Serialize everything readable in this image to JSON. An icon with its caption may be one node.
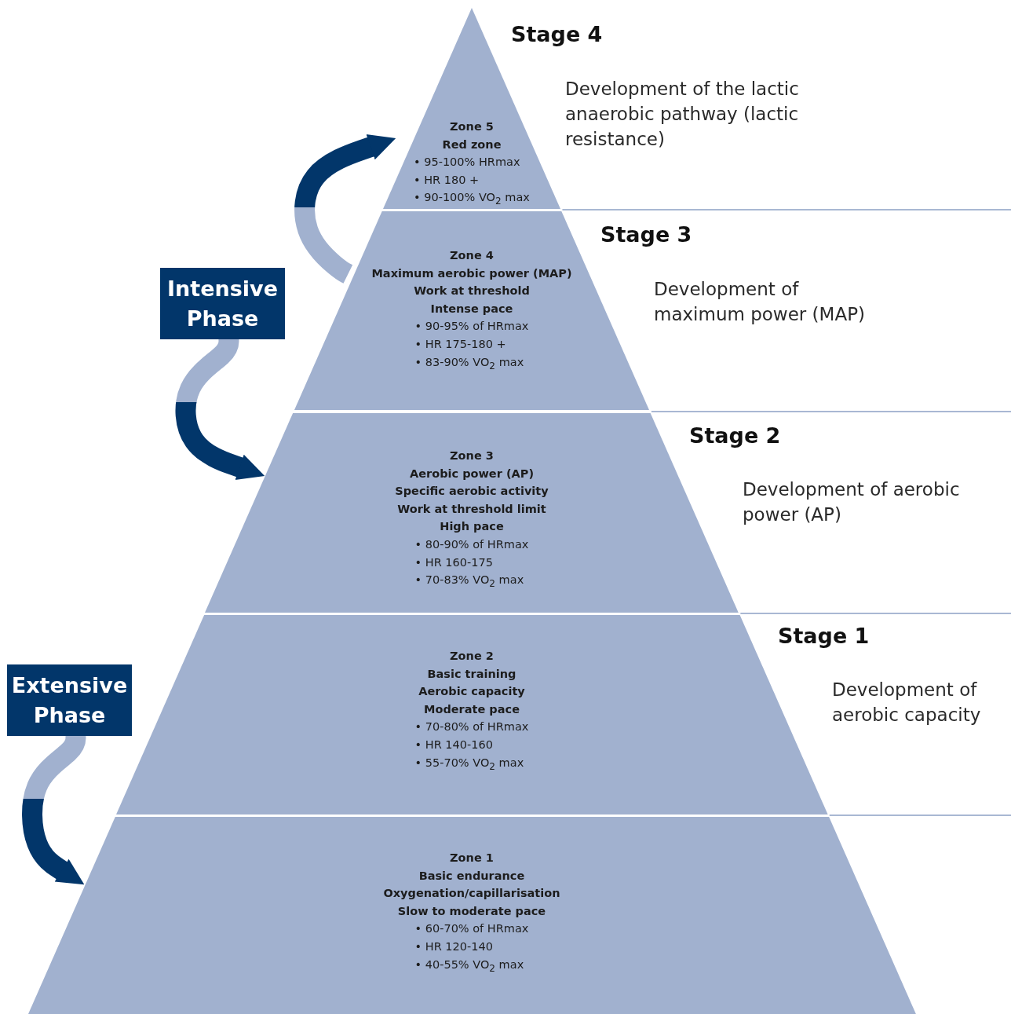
{
  "diagram": {
    "nodes": [
      {
        "text": [
          "Zone 5",
          "Red zone",
          "• 95-100% HRmax",
          "• HR 180 +",
          "• 90-100% VO$_{2}$ max"
        ],
        "beside": [
          "Stage 4",
          "Development of the lactic anaerobic pathway (lactic resistance)"
        ]
      },
      {
        "text": [
          "Zone 4",
          "Maximum aerobic power (MAP)",
          "Work at threshold",
          "Intense pace",
          "• 90-95% of HRmax",
          "• HR 175-180 +",
          "• 83-90% VO$_{2}$ max"
        ],
        "beside": [
          "Stage 3",
          "Development of maximum power (MAP)"
        ]
      },
      {
        "text": [
          "Zone 3",
          "Aerobic power (AP)",
          "Specific aerobic activity",
          "Work at threshold limit",
          "High pace",
          "• 80-90% of HRmax",
          "• HR 160-175",
          "• 70-83% VO$_{2}$ max"
        ],
        "beside": [
          "Stage 2",
          "Development of aerobic power (AP)"
        ]
      },
      {
        "text": [
          "Zone 2",
          "Basic training",
          "Aerobic capacity",
          "Moderate pace",
          "• 70-80% of HRmax",
          "• HR 140-160",
          "• 55-70% VO$_{2}$ max"
        ],
        "beside": [
          "Stage 1",
          "Development of aerobic capacity"
        ]
      },
      {
        "text": [
          "Zone 1",
          "Basic endurance",
          "Oxygenation/capillarisation",
          "Slow to moderate pace",
          "• 60-70% of HRmax",
          "• HR 120-140",
          "• 40-55% VO$_{2}$ max"
        ]
      },
      {
        "text": [
          "Intensive Phase"
        ]
      },
      {
        "text": [
          "Extensive Phase"
        ]
      }
    ],
    "edges": [
      {
        "from": 1,
        "to": 0,
        "arrow": "to"
      },
      {
        "from": 5,
        "to": 2,
        "arrow": "to"
      },
      {
        "from": 6,
        "to": 4,
        "arrow": "to"
      }
    ]
  }
}
